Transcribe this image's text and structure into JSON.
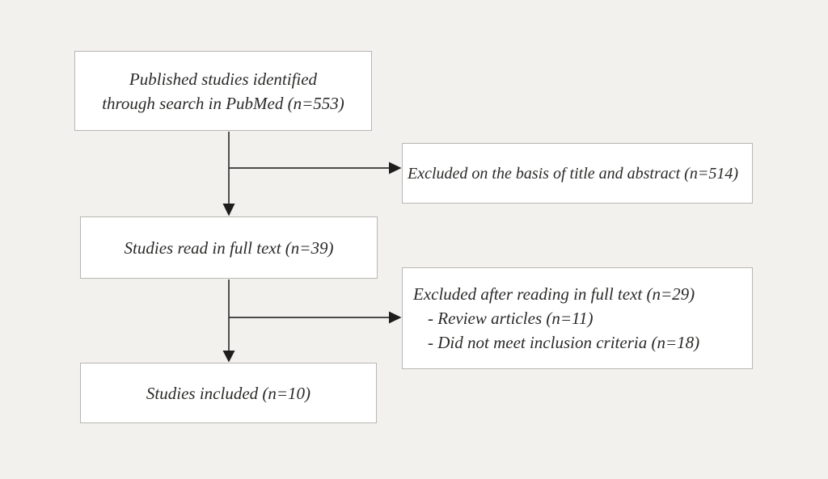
{
  "colors": {
    "background": "#f2f1ee",
    "box_fill": "#ffffff",
    "box_border": "#b8b6b3",
    "text": "#2b2a28",
    "arrow": "#333333"
  },
  "boxes": {
    "identified": {
      "line1": "Published studies identified",
      "line2": "through search in PubMed (n=553)"
    },
    "excluded_screening": {
      "label": "Excluded on the basis of title and abstract (n=514)"
    },
    "full_text": {
      "label": "Studies read in full text (n=39)"
    },
    "excluded_full_text": {
      "title": "Excluded after reading in full text (n=29)",
      "item1": "- Review articles (n=11)",
      "item2": "- Did not meet inclusion criteria (n=18)"
    },
    "included": {
      "label": "Studies included (n=10)"
    }
  }
}
